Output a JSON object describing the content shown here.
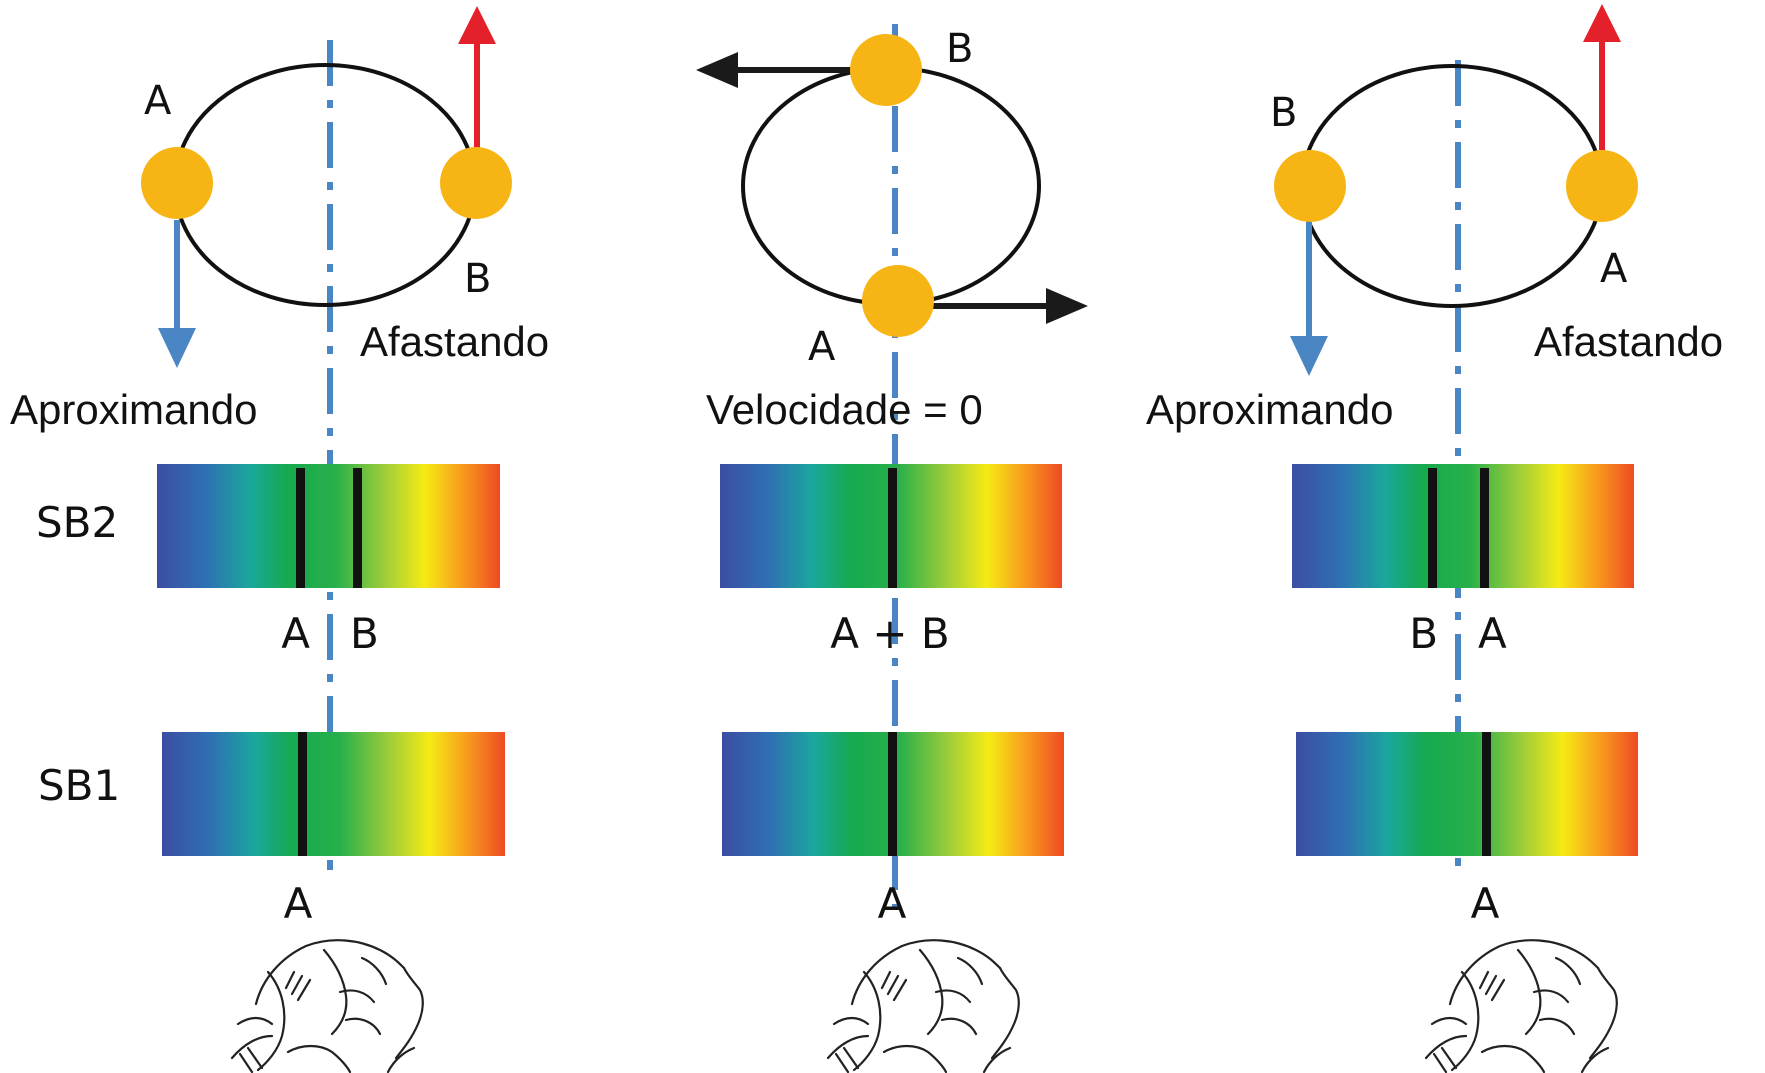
{
  "row_labels": {
    "sb2": "SB2",
    "sb1": "SB1"
  },
  "colors": {
    "approaching": "#0a12e6",
    "receding": "#e8101a",
    "zero": "#177a17",
    "axis": "#4a85c4",
    "star": "#f7b515",
    "arrow_red": "#e4212b",
    "arrow_blue": "#4a85c4",
    "arrow_black": "#1a1a1a",
    "spectrum": [
      "#3b4ea2",
      "#2f6fb3",
      "#1aa79d",
      "#16a94f",
      "#28b04a",
      "#9ccc3a",
      "#f6eb14",
      "#f7941e",
      "#ef4a23"
    ]
  },
  "panels": [
    {
      "star_labels": [
        "A",
        "B"
      ],
      "approaching_label": "Aproximando",
      "receding_label": "Afastando",
      "sb2_line_labels": "A   B",
      "sb1_line_label": "A"
    },
    {
      "star_labels": [
        "B",
        "A"
      ],
      "velocity_label": "Velocidade = 0",
      "sb2_line_labels": "A + B",
      "sb1_line_label": "A"
    },
    {
      "star_labels": [
        "B",
        "A"
      ],
      "approaching_label": "Aproximando",
      "receding_label": "Afastando",
      "sb2_line_labels": "B   A",
      "sb1_line_label": "A"
    }
  ]
}
